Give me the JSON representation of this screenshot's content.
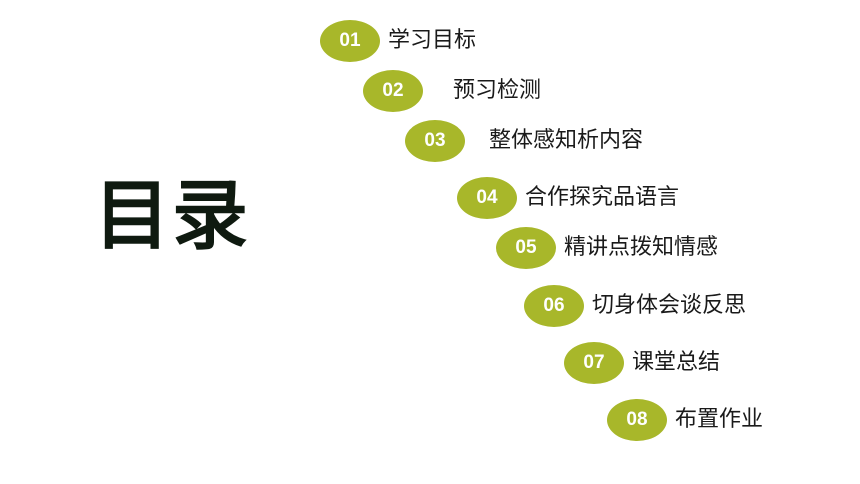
{
  "title": "目录",
  "items": [
    {
      "number": "01",
      "label": "学习目标"
    },
    {
      "number": "02",
      "label": "预习检测"
    },
    {
      "number": "03",
      "label": "整体感知析内容"
    },
    {
      "number": "04",
      "label": "合作探究品语言"
    },
    {
      "number": "05",
      "label": "精讲点拨知情感"
    },
    {
      "number": "06",
      "label": "切身体会谈反思"
    },
    {
      "number": "07",
      "label": "课堂总结"
    },
    {
      "number": "08",
      "label": "布置作业"
    }
  ],
  "colors": {
    "badge": "#a8b72a",
    "badge_text": "#ffffff",
    "title": "#0f1a10",
    "label": "#1a1a1a"
  }
}
